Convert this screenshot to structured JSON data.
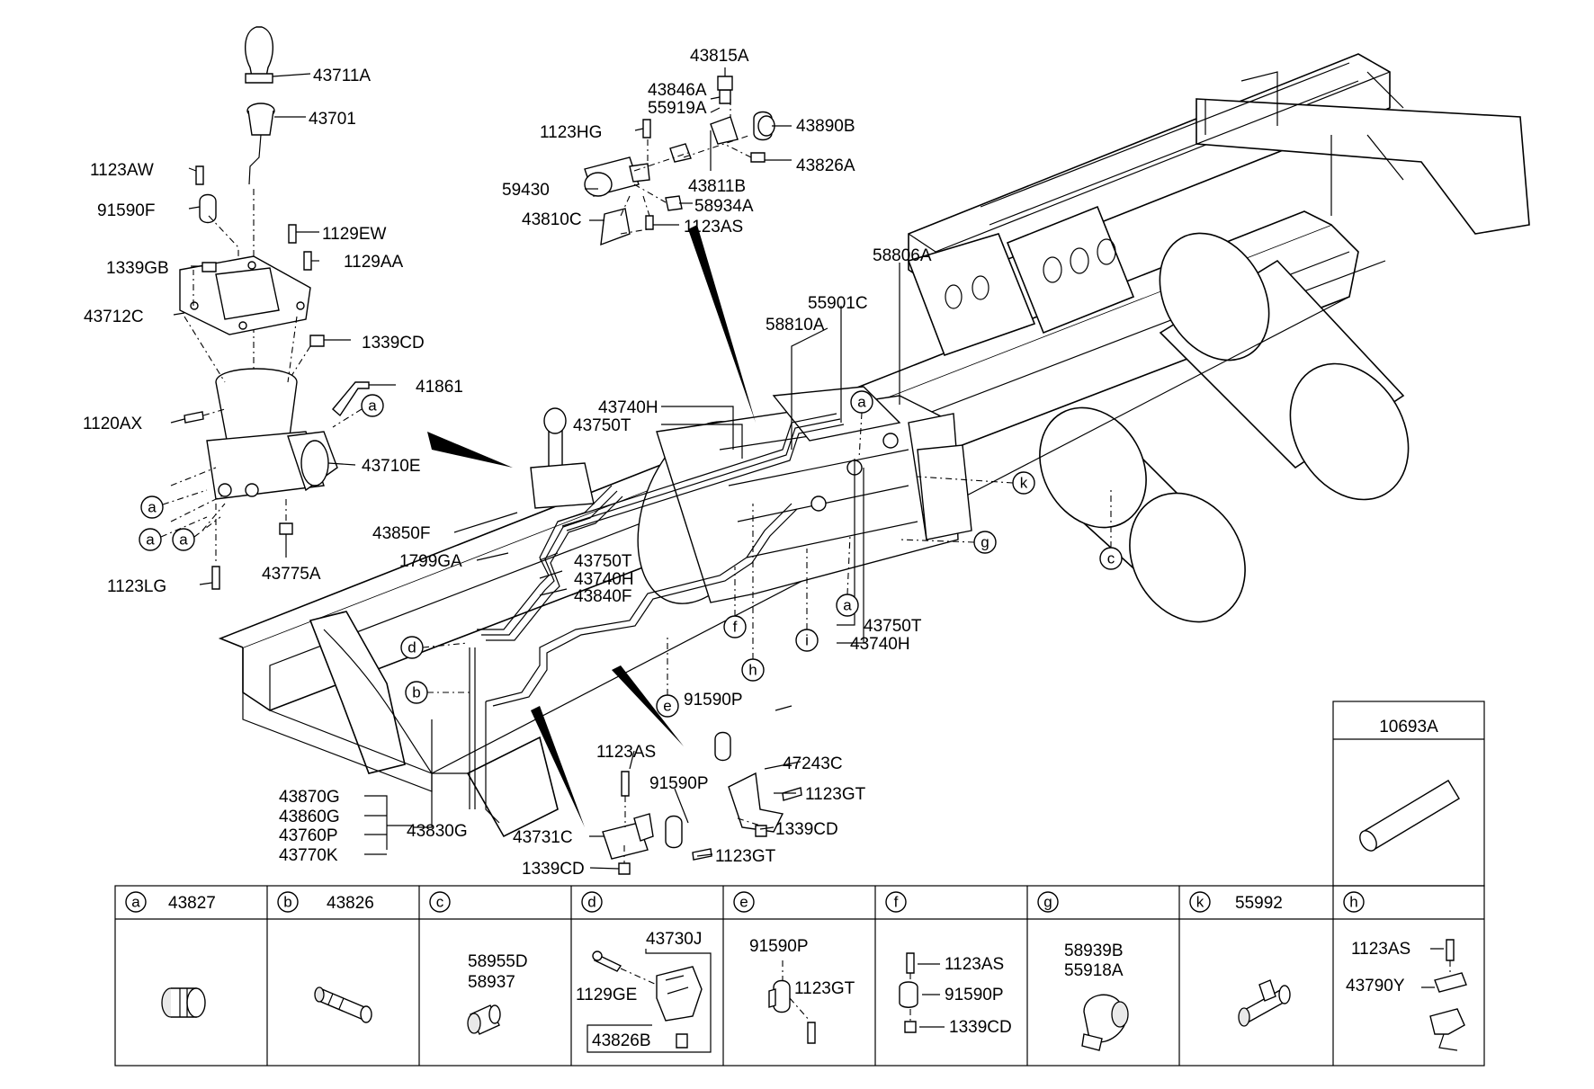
{
  "callouts": {
    "shifter": [
      "43711A",
      "43701",
      "1123AW",
      "91590F",
      "1129EW",
      "1339GB",
      "1129AA",
      "43712C",
      "1339CD",
      "41861",
      "1120AX",
      "43710E",
      "43775A",
      "1123LG"
    ],
    "valve": [
      "43815A",
      "43846A",
      "55919A",
      "1123HG",
      "43890B",
      "43826A",
      "59430",
      "43811B",
      "58934A",
      "43810C",
      "1123AS"
    ],
    "main": [
      "58806A",
      "55901C",
      "58810A",
      "43740H",
      "43750T",
      "43850F",
      "1799GA",
      "43750T",
      "43740H",
      "43840F",
      "43750T",
      "43740H",
      "91590P",
      "47243C",
      "1123GT",
      "1339CD",
      "1123AS",
      "91590P",
      "43731C",
      "1123GT",
      "1339CD",
      "43870G",
      "43860G",
      "43760P",
      "43770K",
      "43830G"
    ],
    "box_10693A": "10693A"
  },
  "circle_markers": [
    "a",
    "a",
    "a",
    "a",
    "a",
    "a",
    "b",
    "c",
    "d",
    "e",
    "f",
    "g",
    "h",
    "i",
    "k"
  ],
  "table": {
    "cells": [
      {
        "key": "a",
        "title": "43827",
        "parts": []
      },
      {
        "key": "b",
        "title": "43826",
        "parts": []
      },
      {
        "key": "c",
        "title": "",
        "parts": [
          "58955D",
          "58937"
        ]
      },
      {
        "key": "d",
        "title": "",
        "parts": [
          "43730J",
          "1129GE",
          "43826B"
        ]
      },
      {
        "key": "e",
        "title": "",
        "parts": [
          "91590P",
          "1123GT"
        ]
      },
      {
        "key": "f",
        "title": "",
        "parts": [
          "1123AS",
          "91590P",
          "1339CD"
        ]
      },
      {
        "key": "g",
        "title": "",
        "parts": [
          "58939B",
          "55918A"
        ]
      },
      {
        "key": "k",
        "title": "55992",
        "parts": []
      },
      {
        "key": "h",
        "title": "",
        "parts": [
          "1123AS",
          "43790Y"
        ]
      }
    ]
  }
}
